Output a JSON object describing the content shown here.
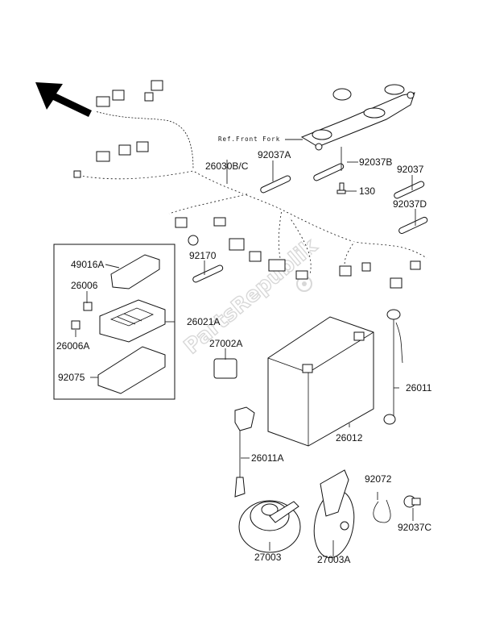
{
  "diagram": {
    "title": "Chassis Electrical Equipment",
    "reference_note": "Ref.Front Fork",
    "watermark": "PartsRepublik",
    "direction_arrow": "front-arrow",
    "parts": [
      {
        "id": "26030B/C",
        "name": "wiring-harness"
      },
      {
        "id": "92037A",
        "name": "band"
      },
      {
        "id": "92037B",
        "name": "band"
      },
      {
        "id": "92037",
        "name": "band"
      },
      {
        "id": "130",
        "name": "bolt"
      },
      {
        "id": "92037D",
        "name": "band"
      },
      {
        "id": "92170",
        "name": "clamp"
      },
      {
        "id": "49016A",
        "name": "fuse-box-cover"
      },
      {
        "id": "26006",
        "name": "fuse"
      },
      {
        "id": "26006A",
        "name": "fuse"
      },
      {
        "id": "26021A",
        "name": "fuse-box"
      },
      {
        "id": "92075",
        "name": "fuse-box-holder"
      },
      {
        "id": "27002A",
        "name": "relay"
      },
      {
        "id": "26011",
        "name": "battery-lead"
      },
      {
        "id": "26012",
        "name": "battery"
      },
      {
        "id": "26011A",
        "name": "battery-lead"
      },
      {
        "id": "92072",
        "name": "band"
      },
      {
        "id": "92037C",
        "name": "clamp"
      },
      {
        "id": "27003",
        "name": "horn"
      },
      {
        "id": "27003A",
        "name": "horn"
      }
    ]
  }
}
